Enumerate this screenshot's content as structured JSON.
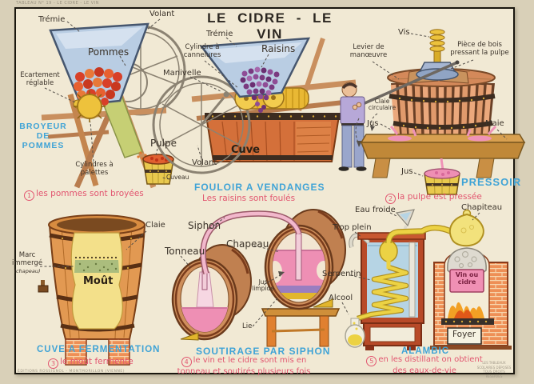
{
  "title": "LE CIDRE - LE VIN",
  "meta": {
    "plate_note": "TABLEAU N° 19 - LE CIDRE - LE VIN",
    "imprint_left": "ÉDITIONS ROSSIGNOL - MONTMORILLON (VIENNE)",
    "imprint_right_1": "LES TABLEAUX",
    "imprint_right_2": "SCOLAIRES DÉPOSÉS",
    "imprint_right_3": "TOUS DROITS RÉSERVÉS"
  },
  "palette": {
    "section_title_blue": "#3fa3d6",
    "caption_red": "#e25670",
    "paper": "#f1e9d4"
  },
  "sections": {
    "broyeur": {
      "title": "BROYEUR DE POMMES",
      "caption_number": "1",
      "caption": "les pommes sont broyées",
      "labels": {
        "tremie": "Trémie",
        "volant": "Volant",
        "pommes": "Pommes",
        "ecartement": "Ecartement réglable",
        "pulpe": "Pulpe",
        "cylindres": "Cylindres à palettes",
        "cuveau": "Cuveau"
      }
    },
    "fouloir": {
      "title": "FOULOIR A VENDANGES",
      "caption": "Les raisins sont foulés",
      "labels": {
        "tremie": "Trémie",
        "cylindre": "Cylindre à cannelures",
        "raisins": "Raisins",
        "manivelle": "Manivelle",
        "cuve": "Cuve",
        "volant": "Volant"
      }
    },
    "pressoir": {
      "title": "PRESSOIR",
      "caption_number": "2",
      "caption": "la pulpe est pressée",
      "labels": {
        "vis": "Vis",
        "levier": "Levier de manœuvre",
        "piece": "Pièce de bois pressant la pulpe",
        "claie": "Claie circulaire",
        "jus_haut": "Jus",
        "maie": "Maie",
        "jus_bas": "Jus"
      }
    },
    "fermentation": {
      "title": "CUVE A FERMENTATION",
      "caption_number": "3",
      "caption": "le moût fermente",
      "labels": {
        "claie": "Claie",
        "marc": "Marc immergé",
        "marc_sub": "(chapeau)",
        "mout": "Moût"
      }
    },
    "soutirage": {
      "title": "SOUTIRAGE PAR SIPHON",
      "caption_number": "4",
      "caption": "le vin et le cidre sont mis en tonneau et soutirés plusieurs fois",
      "labels": {
        "siphon": "Siphon",
        "chapeau": "Chapeau",
        "tonneau": "Tonneau",
        "jus_limpide": "Jus limpide",
        "lie": "Lie"
      }
    },
    "alambic": {
      "title": "ALAMBIC",
      "caption_number": "5",
      "caption": "en les distillant on obtient des eaux-de-vie",
      "labels": {
        "eau_froide": "Eau froide",
        "chapiteau": "Chapiteau",
        "trop_plein": "Trop plein",
        "serpentin": "Serpentin",
        "alcool": "Alcool",
        "vin_ou_cidre": "Vin ou cidre",
        "foyer": "Foyer"
      }
    }
  }
}
